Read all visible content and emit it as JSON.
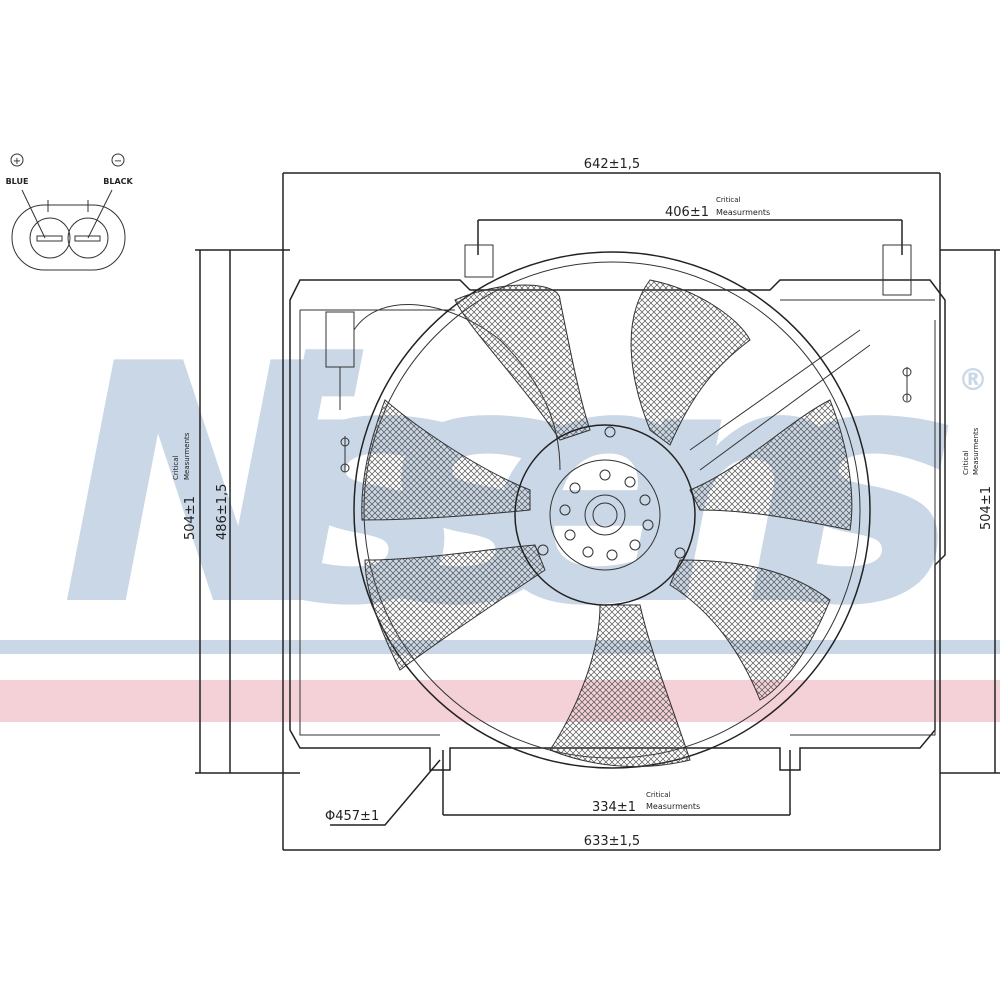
{
  "watermark": {
    "brand": "Nissens",
    "registered": "®",
    "stripe_colors": [
      "#c9d7e6",
      "#f2c9d0"
    ]
  },
  "connector": {
    "plus_symbol": "+",
    "minus_symbol": "−",
    "plus_label": "BLUE",
    "minus_label": "BLACK"
  },
  "dimensions": {
    "top_width": "642±1,5",
    "top_critical": "406±1",
    "top_critical_note_1": "Critical",
    "top_critical_note_2": "Measurments",
    "left_height": "504±1",
    "left_critical_note_1": "Critical",
    "left_critical_note_2": "Measurments",
    "left_inner_height": "486±1,5",
    "right_height": "504±1",
    "right_critical_note_1": "Critical",
    "right_critical_note_2": "Measurments",
    "fan_diameter": "Φ457±1",
    "bottom_critical": "334±1",
    "bottom_critical_note_1": "Critical",
    "bottom_critical_note_2": "Measurments",
    "bottom_width": "633±1,5"
  }
}
